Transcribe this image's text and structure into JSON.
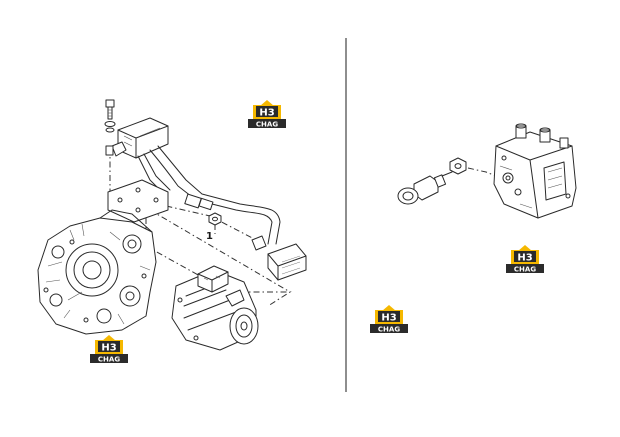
{
  "callout": {
    "part_number": "1"
  },
  "watermark": {
    "mark_text": "H3",
    "brand_text": "CHAG",
    "colors": {
      "yellow": "#f5b800",
      "dark": "#2b2b2b",
      "light": "#ffffff"
    }
  }
}
